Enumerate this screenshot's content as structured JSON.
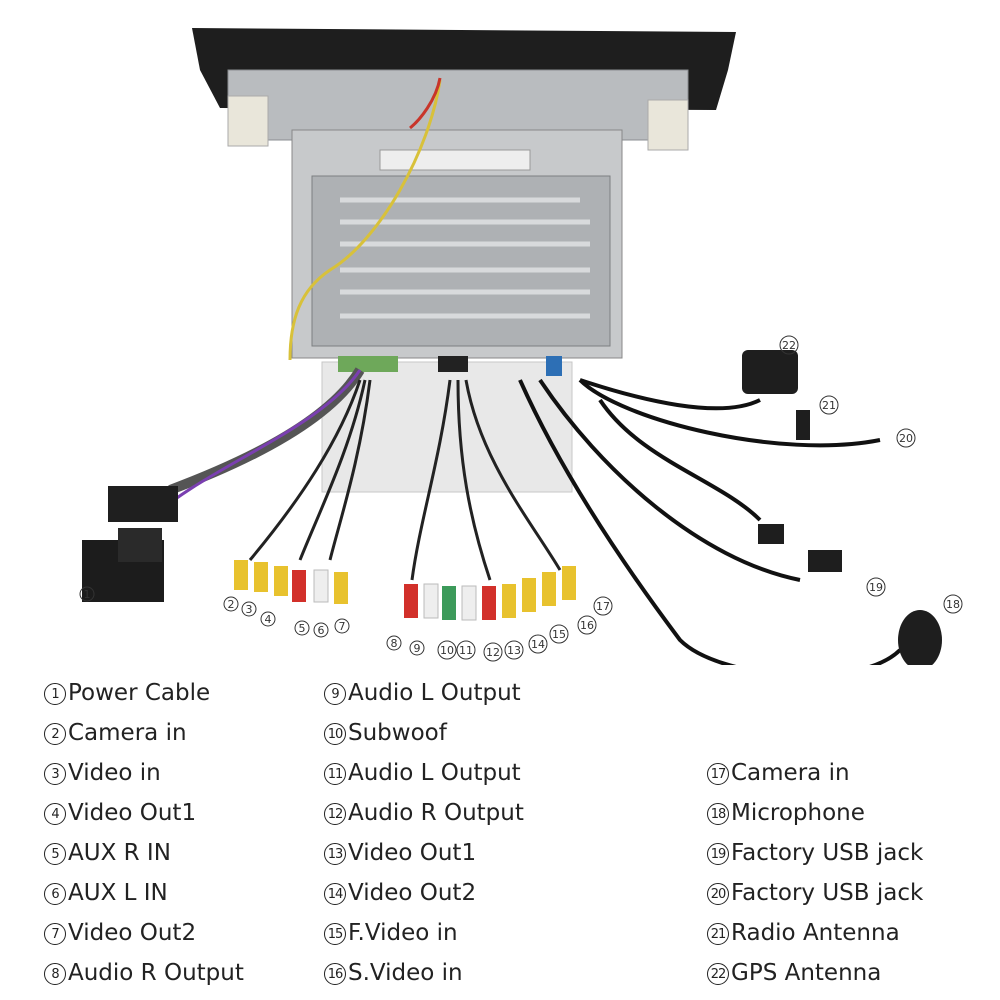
{
  "callout_numbers": [
    "1",
    "2",
    "3",
    "4",
    "5",
    "6",
    "7",
    "8",
    "9",
    "10",
    "11",
    "12",
    "13",
    "14",
    "15",
    "16",
    "17",
    "18",
    "19",
    "20",
    "21",
    "22"
  ],
  "legend": {
    "col1": [
      {
        "num": "1",
        "label": "Power Cable"
      },
      {
        "num": "2",
        "label": "Camera in"
      },
      {
        "num": "3",
        "label": "Video in"
      },
      {
        "num": "4",
        "label": "Video Out1"
      },
      {
        "num": "5",
        "label": "AUX R IN"
      },
      {
        "num": "6",
        "label": "AUX L IN"
      },
      {
        "num": "7",
        "label": "Video Out2"
      },
      {
        "num": "8",
        "label": "Audio R Output"
      }
    ],
    "col2": [
      {
        "num": "9",
        "label": "Audio L Output"
      },
      {
        "num": "10",
        "label": "Subwoof"
      },
      {
        "num": "11",
        "label": "Audio L Output"
      },
      {
        "num": "12",
        "label": "Audio R Output"
      },
      {
        "num": "13",
        "label": "Video Out1"
      },
      {
        "num": "14",
        "label": "Video Out2"
      },
      {
        "num": "15",
        "label": "F.Video in"
      },
      {
        "num": "16",
        "label": "S.Video in"
      }
    ],
    "col3": [
      {
        "num": "17",
        "label": "Camera in"
      },
      {
        "num": "18",
        "label": "Microphone"
      },
      {
        "num": "19",
        "label": "Factory USB jack"
      },
      {
        "num": "20",
        "label": "Factory USB jack"
      },
      {
        "num": "21",
        "label": "Radio Antenna"
      },
      {
        "num": "22",
        "label": "GPS Antenna"
      }
    ]
  }
}
